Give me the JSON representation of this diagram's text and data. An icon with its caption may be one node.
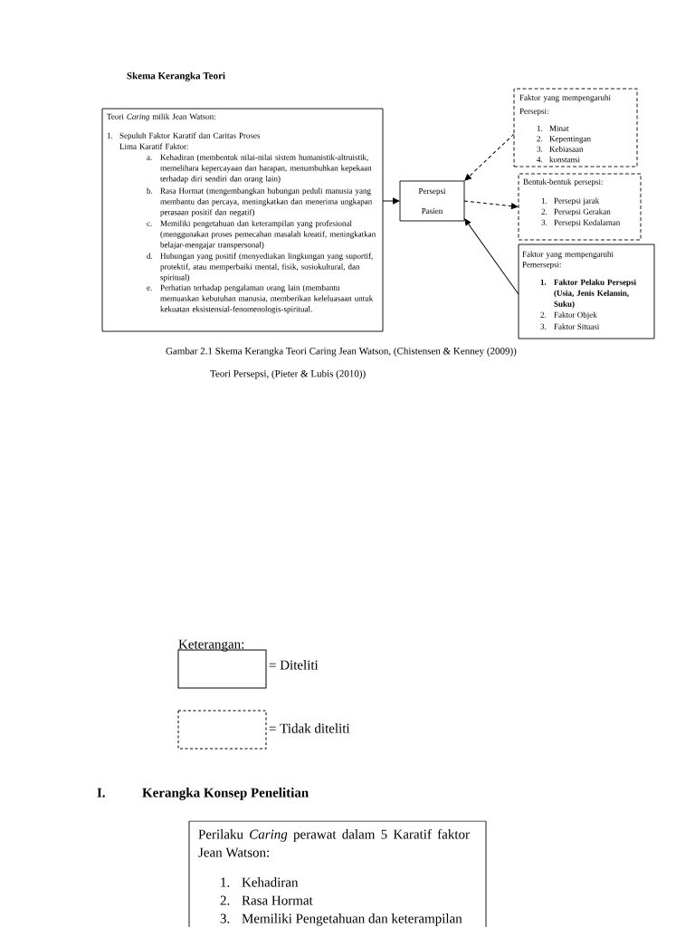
{
  "diagram": {
    "title": "Skema Kerangka Teori",
    "caption": "Gambar 2.1 Skema Kerangka Teori Caring Jean Watson, (Chistensen & Kenney (2009))",
    "nodes": [
      {
        "text": [
          "Teori *Caring* milik Jean Watson:",
          "1.",
          "Sepuluh Faktor Karatif dan Caritas Proses",
          "Lima Karatif Faktor:",
          "a.",
          "Kehadiran (membentuk nilai-nilai sistem humanistik-altruistik, memelihara kepercayaan dan harapan, menumbuhkan kepekaan terhadap diri sendiri dan orang lain)",
          "b.",
          "Rasa Hormat (mengembangkan hubungan peduli manusia yang membantu dan percaya, meningkatkan dan menerima ungkapan perasaan positif dan negatif)",
          "c.",
          "Memiliki pengetahuan dan keterampilan yang profesional (menggunakan proses pemecahan masalah kreatif, meningkatkan belajar-mengajar transpersonal)",
          "d.",
          "Hubungan yang positif (menyediakan lingkungan yang suportif, protektif, atau memperbaiki mental, fisik, sosiokultural, dan spiritual)",
          "e.",
          "Perhatian terhadap pengalaman orang lain (membantu memuaskan kebutuhan manusia, memberikan keleluasaan untuk kekuatan eksistensial-fenomenologis-spiritual."
        ]
      },
      {
        "text": [
          "Persepsi Pasien"
        ]
      },
      {
        "text": [
          "Faktor yang mempengaruhi Persepsi:",
          "1.",
          "Minat",
          "2.",
          "Kepentingan",
          "3.",
          "Kebiasaan",
          "4.",
          "konstansi"
        ]
      },
      {
        "text": [
          "Bentuk-bentuk persepsi:",
          "1.",
          "Persepsi jarak",
          "2.",
          "Persepsi Gerakan",
          "3.",
          "Persepsi Kedalaman"
        ]
      },
      {
        "text": [
          "Faktor yang mempengaruhi Pemersepsi:",
          "1.",
          "Faktor Pelaku Persepsi (Usia, Jenis Kelamin, Suku)",
          "2.",
          "Faktor Objek",
          "3.",
          "Faktor Situasi"
        ]
      },
      {
        "text": [
          "Perilaku *Caring* perawat dalam 5 Karatif faktor Jean Watson:",
          "1.",
          "Kehadiran",
          "2.",
          "Rasa Hormat",
          "3.",
          "Memiliki Pengetahuan dan keterampilan"
        ]
      }
    ],
    "edges": [
      {
        "from": 0,
        "to": 1,
        "arrow": "to"
      },
      {
        "from": 2,
        "to": 1,
        "arrow": "to",
        "style": "dashed"
      },
      {
        "from": 1,
        "to": 3,
        "arrow": "to",
        "style": "dashed"
      },
      {
        "from": 4,
        "to": 1,
        "arrow": "to"
      }
    ],
    "labels": [
      "Teori Persepsi, (Pieter & Lubis (2010))",
      "Keterangan:",
      "I.",
      "Kerangka Konsep Penelitian"
    ],
    "legend": [
      {
        "text": "= Diteliti"
      },
      {
        "text": "= Tidak diteliti"
      }
    ]
  }
}
